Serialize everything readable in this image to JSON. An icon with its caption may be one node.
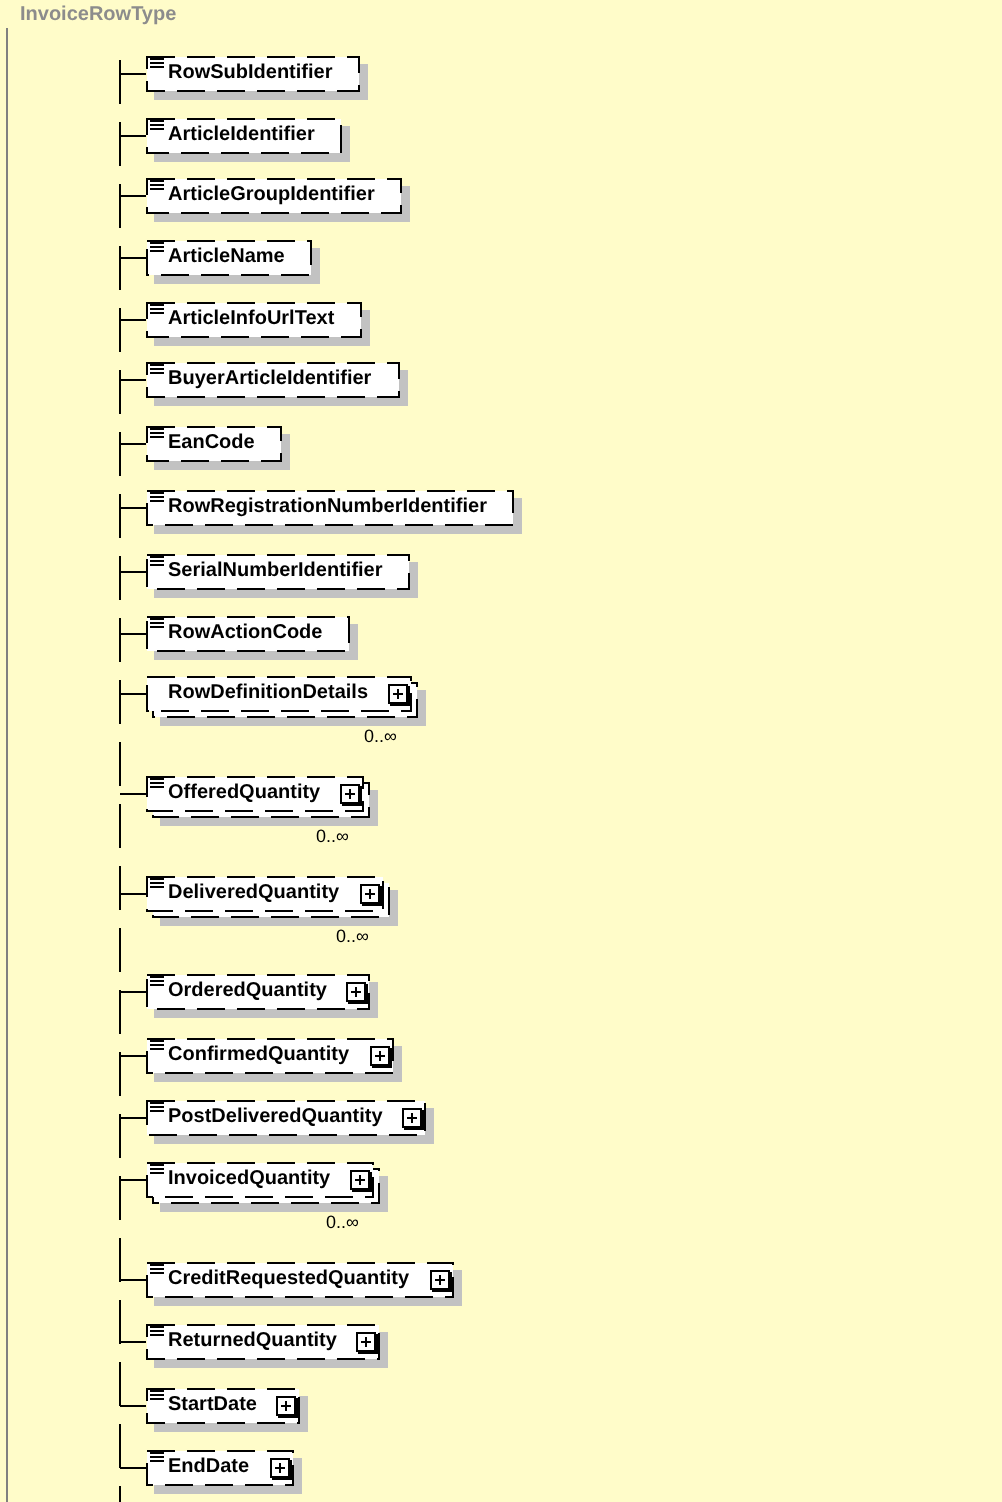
{
  "diagram": {
    "nodes": [
      {
        "text": [
          "InvoiceRowType"
        ]
      },
      {
        "text": [
          "RowSubIdentifier"
        ],
        "in": 0
      },
      {
        "text": [
          "ArticleIdentifier"
        ],
        "in": 0
      },
      {
        "text": [
          "ArticleGroupIdentifier"
        ],
        "in": 0
      },
      {
        "text": [
          "ArticleName"
        ],
        "in": 0
      },
      {
        "text": [
          "ArticleInfoUrlText"
        ],
        "in": 0
      },
      {
        "text": [
          "BuyerArticleIdentifier"
        ],
        "in": 0
      },
      {
        "text": [
          "EanCode"
        ],
        "in": 0
      },
      {
        "text": [
          "RowRegistrationNumberIdentifier"
        ],
        "in": 0
      },
      {
        "text": [
          "SerialNumberIdentifier"
        ],
        "in": 0
      },
      {
        "text": [
          "RowActionCode"
        ],
        "in": 0
      },
      {
        "text": [
          "RowDefinitionDetails"
        ],
        "in": 0,
        "beside": [
          "0..∞"
        ]
      },
      {
        "text": [
          "OfferedQuantity"
        ],
        "in": 0,
        "beside": [
          "0..∞"
        ]
      },
      {
        "text": [
          "DeliveredQuantity"
        ],
        "in": 0,
        "beside": [
          "0..∞"
        ]
      },
      {
        "text": [
          "OrderedQuantity"
        ],
        "in": 0
      },
      {
        "text": [
          "ConfirmedQuantity"
        ],
        "in": 0
      },
      {
        "text": [
          "PostDeliveredQuantity"
        ],
        "in": 0
      },
      {
        "text": [
          "InvoicedQuantity"
        ],
        "in": 0,
        "beside": [
          "0..∞"
        ]
      },
      {
        "text": [
          "CreditRequestedQuantity"
        ],
        "in": 0
      },
      {
        "text": [
          "ReturnedQuantity"
        ],
        "in": 0
      },
      {
        "text": [
          "StartDate"
        ],
        "in": 0
      },
      {
        "text": [
          "EndDate"
        ],
        "in": 0
      }
    ],
    "edges": [
      {
        "from": null,
        "to": 1,
        "arrow": "none"
      },
      {
        "from": null,
        "to": 2,
        "arrow": "none"
      },
      {
        "from": null,
        "to": 3,
        "arrow": "none"
      },
      {
        "from": null,
        "to": 4,
        "arrow": "none"
      },
      {
        "from": null,
        "to": 5,
        "arrow": "none"
      },
      {
        "from": null,
        "to": 6,
        "arrow": "none"
      },
      {
        "from": null,
        "to": 7,
        "arrow": "none"
      },
      {
        "from": null,
        "to": 8,
        "arrow": "none"
      },
      {
        "from": null,
        "to": 9,
        "arrow": "none"
      },
      {
        "from": null,
        "to": 10,
        "arrow": "none"
      },
      {
        "from": null,
        "to": 11,
        "arrow": "none"
      },
      {
        "from": null,
        "to": 12,
        "arrow": "none"
      },
      {
        "from": null,
        "to": 13,
        "arrow": "none"
      },
      {
        "from": null,
        "to": 14,
        "arrow": "none"
      },
      {
        "from": null,
        "to": 15,
        "arrow": "none"
      },
      {
        "from": null,
        "to": 16,
        "arrow": "none"
      },
      {
        "from": null,
        "to": 17,
        "arrow": "none"
      },
      {
        "from": null,
        "to": 18,
        "arrow": "none"
      },
      {
        "from": null,
        "to": 19,
        "arrow": "none"
      },
      {
        "from": null,
        "to": 20,
        "arrow": "none"
      },
      {
        "from": null,
        "to": 21,
        "arrow": "none"
      }
    ]
  }
}
